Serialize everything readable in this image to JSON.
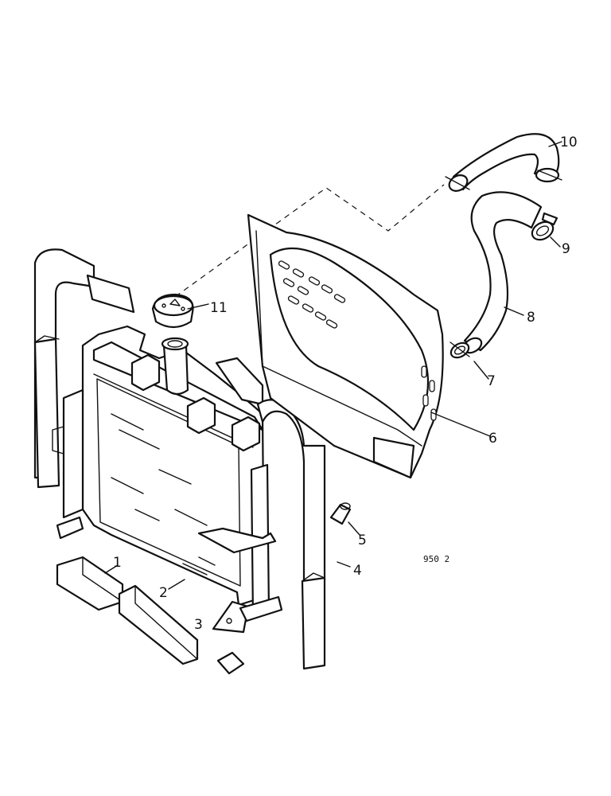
{
  "callouts": {
    "c1": "1",
    "c2": "2",
    "c3": "3",
    "c4": "4",
    "c5": "5",
    "c6": "6",
    "c7": "7",
    "c8": "8",
    "c9": "9",
    "c10": "10",
    "c11": "11"
  },
  "drawing_ref": "950 2",
  "colors": {
    "ink": "#111111",
    "paper": "#ffffff"
  }
}
